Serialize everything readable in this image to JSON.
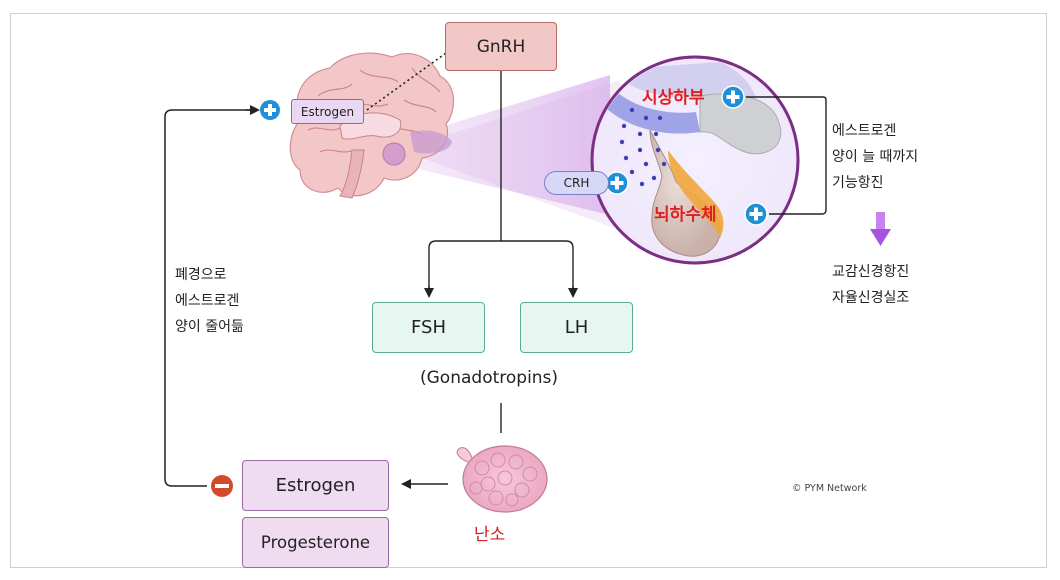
{
  "boxes": {
    "gnrh": "GnRH",
    "fsh": "FSH",
    "lh": "LH",
    "estrogen": "Estrogen",
    "progesterone": "Progesterone"
  },
  "gonadotropins": "(Gonadotropins)",
  "brain_label": "Estrogen",
  "crh_label": "CRH",
  "hypothalamus": "시상하부",
  "pituitary": "뇌하수체",
  "ovary": "난소",
  "menopause_note": [
    "폐경으로",
    "에스트로겐",
    "양이 줄어듦"
  ],
  "right_note": [
    "에스트로겐",
    "양이 늘 때까지",
    "기능항진"
  ],
  "right_note2": [
    "교감신경항진",
    "자율신경실조"
  ],
  "credit": "© PYM Network",
  "colors": {
    "gnrh_fill": "#f2c8c7",
    "teal_fill": "#e6f6f1",
    "purple_fill": "#efdcf1",
    "plus_blue": "#1f8fd8",
    "minus_red": "#d24a2a",
    "arrow_purple": "#a654e0"
  },
  "icons": [
    "plus-icon",
    "minus-icon",
    "brain-illustration",
    "ovary-illustration",
    "down-arrow-icon"
  ]
}
